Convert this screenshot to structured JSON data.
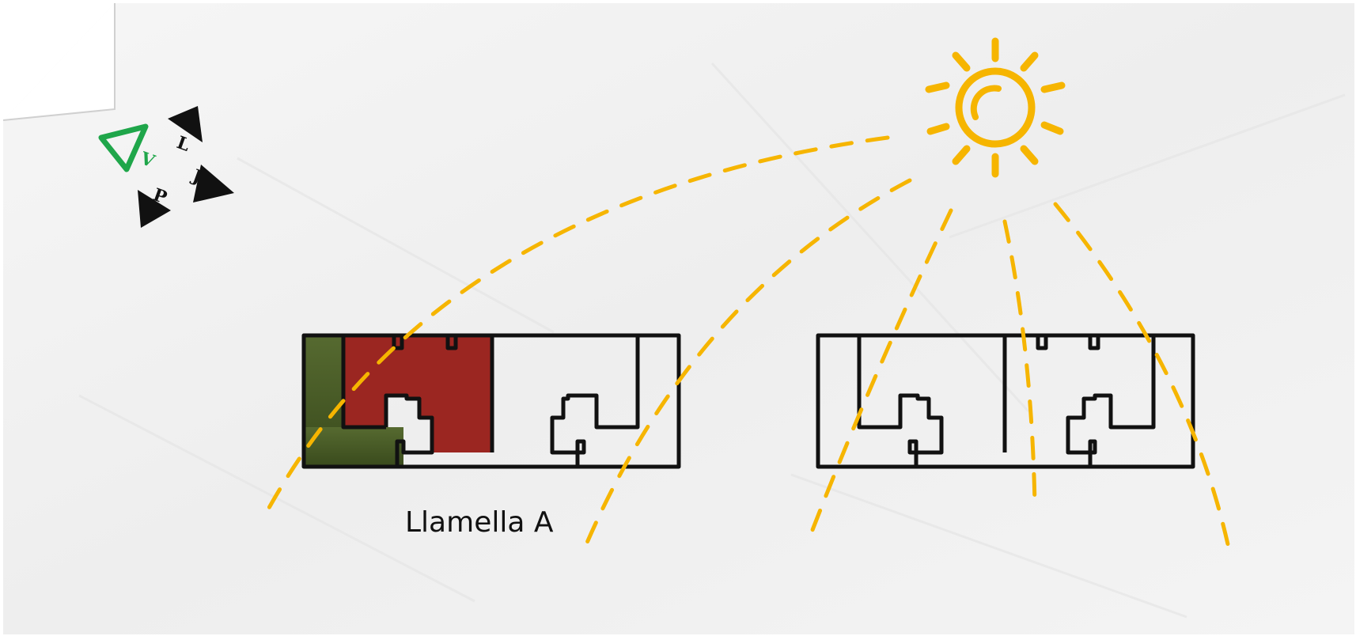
{
  "caption": "Llamella A",
  "logo": {
    "name": "VLJP monogram",
    "letters": [
      "V",
      "L",
      "J",
      "P"
    ]
  },
  "colors": {
    "paper": "#f2f2f2",
    "ink": "#111111",
    "sun": "#f6b500",
    "highlight_red": "#9b2621",
    "highlight_green": "#3e5020",
    "logo_green": "#1fa64a"
  },
  "icons": [
    "sun-icon",
    "logo-mark"
  ]
}
